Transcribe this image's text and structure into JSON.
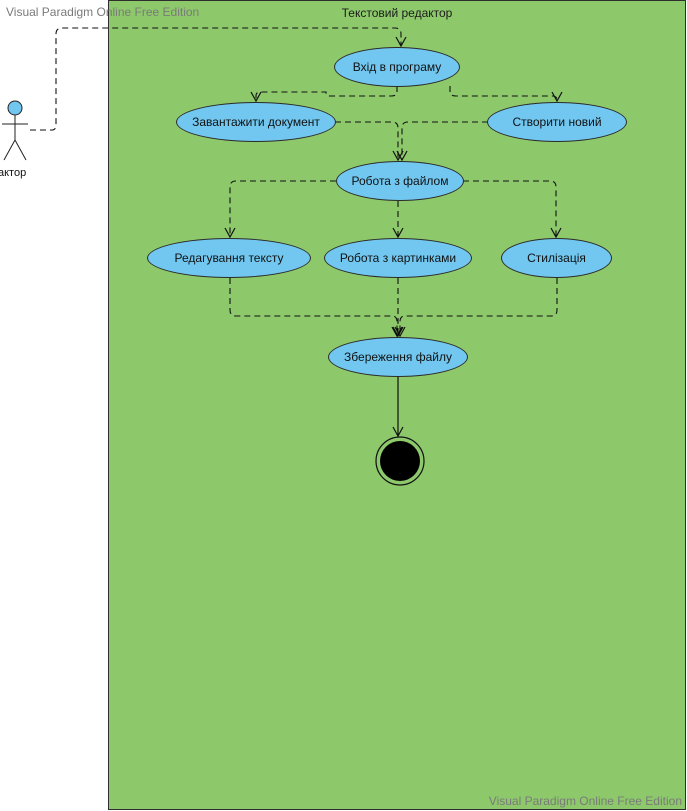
{
  "watermark": {
    "top": "Visual Paradigm Online Free Edition",
    "bottom": "Visual Paradigm Online Free Edition"
  },
  "system": {
    "title": "Текстовий редактор"
  },
  "actor": {
    "label": "актор"
  },
  "use_cases": {
    "login": "Вхід в програму",
    "load_document": "Завантажити документ",
    "create_new": "Створити новий",
    "work_with_file": "Робота з файлом",
    "edit_text": "Редагування тексту",
    "work_with_images": "Робота з картинками",
    "styling": "Стилізація",
    "save_file": "Збереження файлу"
  },
  "colors": {
    "boundary_fill": "#8dc96b",
    "use_case_fill": "#71c7f0",
    "actor_fill": "#71c7f0",
    "final_node": "#000000"
  }
}
